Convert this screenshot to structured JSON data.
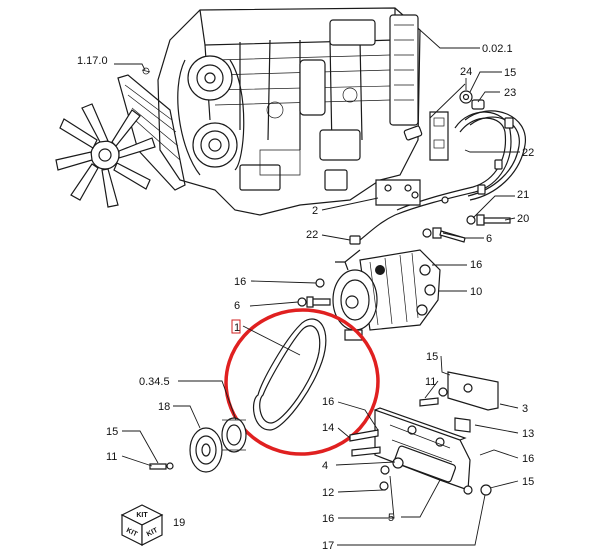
{
  "callouts": {
    "c_1_17_0": "1.17.0",
    "c_0_02_1": "0.02.1",
    "c_24": "24",
    "c_15_a": "15",
    "c_23": "23",
    "c_22_a": "22",
    "c_21": "21",
    "c_20": "20",
    "c_2": "2",
    "c_22_b": "22",
    "c_6_a": "6",
    "c_16_a": "16",
    "c_10": "10",
    "c_16_b": "16",
    "c_6_b": "6",
    "c_1": "1",
    "c_15_b": "15",
    "c_11_a": "11",
    "c_0_34_5": "0.34.5",
    "c_3": "3",
    "c_18": "18",
    "c_16_c": "16",
    "c_13": "13",
    "c_14": "14",
    "c_15_c": "15",
    "c_11_b": "11",
    "c_16_d": "16",
    "c_4": "4",
    "c_15_d": "15",
    "c_12": "12",
    "c_16_e": "16",
    "c_19": "19",
    "c_5": "5",
    "c_17": "17"
  },
  "kit_icon": {
    "top": "KIT",
    "left": "KIT",
    "right": "KIT"
  },
  "colors": {
    "highlight": "#e02020",
    "line": "#1a1a1a"
  }
}
